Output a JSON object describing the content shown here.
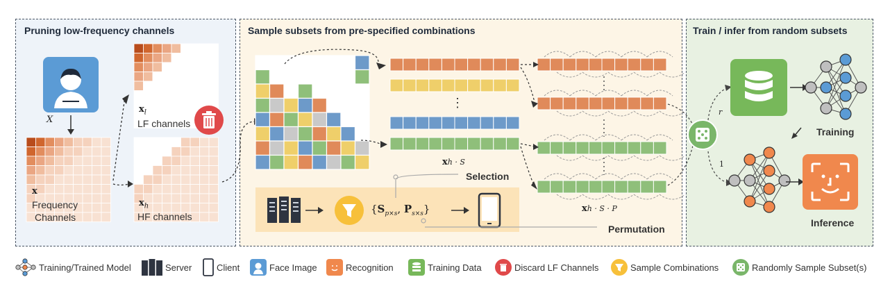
{
  "panels": {
    "pruning_title": "Pruning low-frequency channels",
    "sample_title": "Sample subsets from pre-specified combinations",
    "train_title": "Train / infer from random subsets"
  },
  "labels": {
    "face_input": "X",
    "lf_var": "x",
    "lf_sub": "l",
    "lf_channels": "LF channels",
    "hf_var": "x",
    "hf_sub": "h",
    "hf_channels": "HF channels",
    "freq_var": "x",
    "freq_line1": "Frequency",
    "freq_line2": "Channels",
    "selection_math": "x",
    "selection_math_rest": "h · S",
    "selection": "Selection",
    "combo_math": "{S p×s , P s×s}",
    "perm_math": "x",
    "perm_math_rest": "h · S · P",
    "permutation": "Permutation",
    "dots": "⋮",
    "r_label": "r",
    "one_label": "1",
    "training": "Training",
    "inference": "Inference"
  },
  "legend": [
    {
      "icon": "model-icon",
      "label": "Training/Trained Model"
    },
    {
      "icon": "server-icon",
      "label": "Server"
    },
    {
      "icon": "client-phone-icon",
      "label": "Client"
    },
    {
      "icon": "face-image-icon",
      "label": "Face Image"
    },
    {
      "icon": "recognition-icon",
      "label": "Recognition"
    },
    {
      "icon": "training-data-icon",
      "label": "Training Data"
    },
    {
      "icon": "discard-icon",
      "label": "Discard LF Channels"
    },
    {
      "icon": "filter-icon",
      "label": "Sample Combinations"
    },
    {
      "icon": "dice-icon",
      "label": "Randomly Sample Subset(s)"
    }
  ],
  "colors": {
    "orange": "#e08a5a",
    "yellow": "#efcf6a",
    "blue": "#6d9ac9",
    "green": "#8fbf7a",
    "panel_blue_bg": "#eef3f9",
    "panel_yellow_bg": "#fdf5e6",
    "panel_green_bg": "#e8f1e2",
    "red_icon": "#e0494a",
    "face_icon": "#5b9bd5",
    "recognition_icon": "#f0884d",
    "data_icon": "#77b85a",
    "filter_icon": "#f7c03a"
  }
}
